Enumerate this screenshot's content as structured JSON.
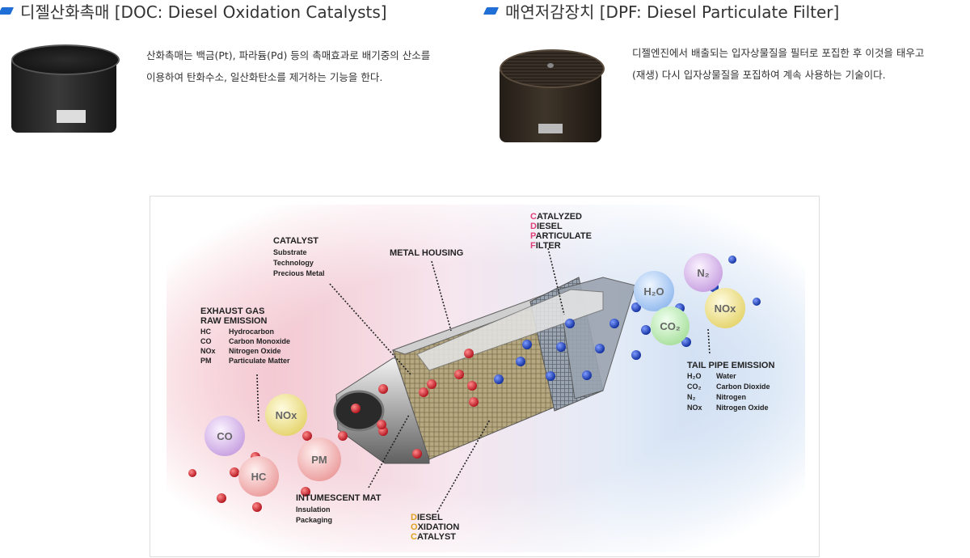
{
  "doc": {
    "title": "디젤산화촉매 [DOC: Diesel Oxidation Catalysts]",
    "description": "산화촉매는 백금(Pt), 파라듐(Pd) 등의 촉매효과로 배기중의 산소를\n이용하여 탄화수소, 일산화탄소를 제거하는 기능을 한다."
  },
  "dpf": {
    "title": "매연저감장치 [DPF: Diesel Particulate Filter]",
    "description": "디젤엔진에서 배출되는 입자상물질을 필터로 포집한 후 이것을 태우고\n(재생) 다시 입자상물질을 포집하여 계속 사용하는 기술이다."
  },
  "diagram": {
    "catalyst": {
      "title": "CATALYST",
      "lines": [
        "Substrate",
        "Technology",
        "Precious Metal"
      ]
    },
    "metal_housing": "METAL HOUSING",
    "cdpf": {
      "letters": [
        "C",
        "D",
        "P",
        "F"
      ],
      "rest": [
        "ATALYZED",
        "IESEL",
        "ARTICULATE",
        "ILTER"
      ]
    },
    "exhaust": {
      "title1": "EXHAUST GAS",
      "title2": "RAW EMISSION",
      "rows": [
        [
          "HC",
          "Hydrocarbon"
        ],
        [
          "CO",
          "Carbon Monoxide"
        ],
        [
          "NOx",
          "Nitrogen Oxide"
        ],
        [
          "PM",
          "Particulate Matter"
        ]
      ]
    },
    "tailpipe": {
      "title": "TAIL PIPE EMISSION",
      "rows": [
        [
          "H₂O",
          "Water"
        ],
        [
          "CO₂",
          "Carbon Dioxide"
        ],
        [
          "N₂",
          "Nitrogen"
        ],
        [
          "NOx",
          "Nitrogen Oxide"
        ]
      ]
    },
    "mat": {
      "title": "INTUMESCENT MAT",
      "lines": [
        "Insulation",
        "Packaging"
      ]
    },
    "doc_label": {
      "letters": [
        "D",
        "O",
        "C"
      ],
      "rest": [
        "IESEL",
        "XIDATION",
        "ATALYST"
      ]
    },
    "bubbles": {
      "co": "CO",
      "nox_in": "NOx",
      "hc": "HC",
      "pm": "PM",
      "h2o": "H₂O",
      "n2": "N₂",
      "nox_out": "NOx",
      "co2": "CO₂"
    },
    "colors": {
      "accent": "#e0407a",
      "bullet": "#1f6fd6",
      "red_particle": "#d4202a",
      "blue_particle": "#1a3fc0"
    }
  }
}
